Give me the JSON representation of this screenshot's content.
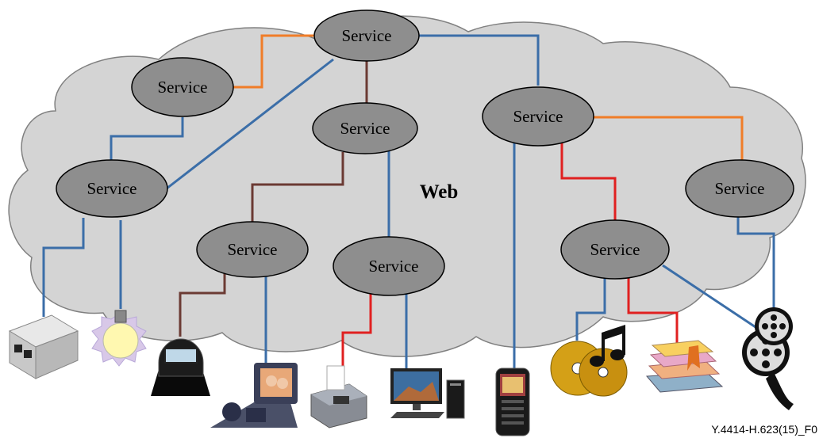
{
  "diagram": {
    "cloud_label": "Web",
    "service_label": "Service",
    "figure_id": "Y.4414-H.623(15)_F0",
    "colors": {
      "cloud": "#d4d4d4",
      "service_node": "#8e8e8e",
      "blue_link": "#3b6ea8",
      "orange_link": "#f07d28",
      "brown_link": "#6b3a33",
      "red_link": "#e02020"
    },
    "devices": [
      {
        "name": "network-box-icon"
      },
      {
        "name": "light-bulb-icon"
      },
      {
        "name": "sensor-meter-icon"
      },
      {
        "name": "video-phone-icon"
      },
      {
        "name": "fax-machine-icon"
      },
      {
        "name": "desktop-computer-icon"
      },
      {
        "name": "mobile-phone-icon"
      },
      {
        "name": "music-cd-icon"
      },
      {
        "name": "books-icon"
      },
      {
        "name": "film-reel-icon"
      }
    ]
  }
}
